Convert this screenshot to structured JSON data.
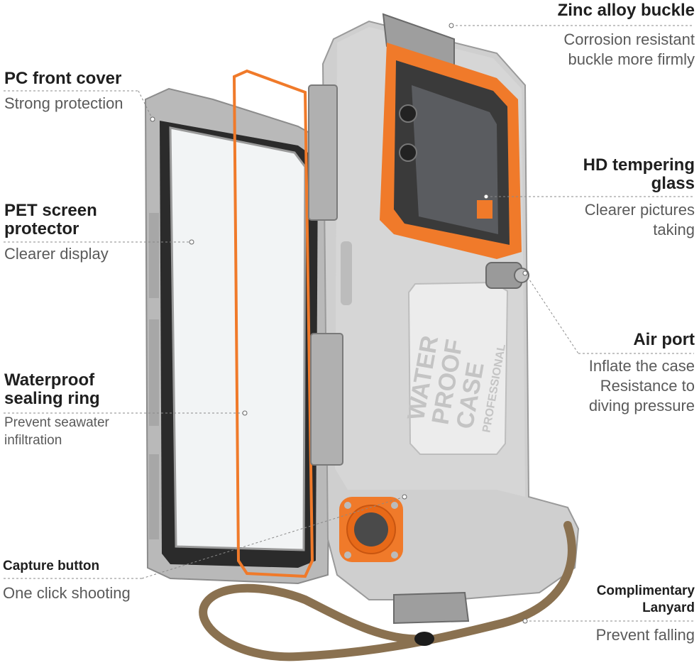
{
  "callouts": {
    "pc_front_cover": {
      "title": "PC front cover",
      "desc": "Strong protection"
    },
    "pet_screen_protector": {
      "title_line1": "PET screen",
      "title_line2": "protector",
      "desc": "Clearer display"
    },
    "waterproof_sealing_ring": {
      "title_line1": "Waterproof",
      "title_line2": "sealing ring",
      "desc_line1": "Prevent seawater",
      "desc_line2": "infiltration"
    },
    "capture_button": {
      "title": "Capture button",
      "desc": "One click shooting"
    },
    "zinc_alloy_buckle": {
      "title": "Zinc alloy buckle",
      "desc_line1": "Corrosion resistant",
      "desc_line2": "buckle more firmly"
    },
    "hd_tempering_glass": {
      "title_line1": "HD tempering",
      "title_line2": "glass",
      "desc_line1": "Clearer pictures",
      "desc_line2": "taking"
    },
    "air_port": {
      "title": "Air port",
      "desc_line1": "Inflate the case",
      "desc_line2": "Resistance to",
      "desc_line3": "diving pressure"
    },
    "complimentary_lanyard": {
      "title_line1": "Complimentary",
      "title_line2": "Lanyard",
      "desc": "Prevent falling"
    }
  },
  "case_label": {
    "line1": "WATER",
    "line2": "PROOF",
    "line3": "CASE",
    "line4": "PROFESSIONAL"
  },
  "colors": {
    "accent_orange": "#f07a2a",
    "case_gray": "#c8c8c8",
    "lanyard_brown": "#8a7150",
    "text_dark": "#1f1f1f",
    "text_gray": "#5a5a5a"
  }
}
